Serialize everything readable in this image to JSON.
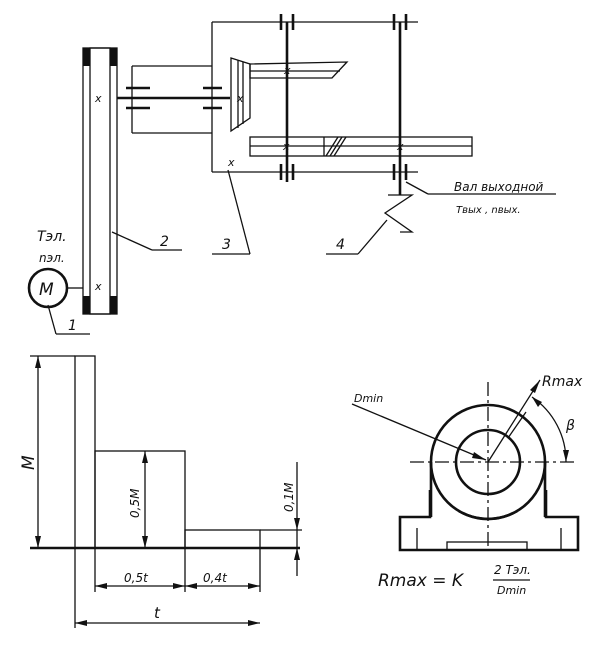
{
  "drive_scheme": {
    "motor_letter": "M",
    "torque_el": "Tэл.",
    "speed_el": "nэл.",
    "callouts": [
      "1",
      "2",
      "3",
      "4"
    ],
    "output_shaft": "Вал выходной",
    "output_params": "Tвых , nвых.",
    "cross_marks": [
      "x",
      "x",
      "x",
      "x",
      "x",
      "x"
    ]
  },
  "load_diagram": {
    "full_height": "M",
    "half_height": "0,5M",
    "tenth_height": "0,1M",
    "half_time": "0,5t",
    "tenth_time": "0,4t",
    "total_time": "t"
  },
  "bearing_diagram": {
    "d_min": "Dmin",
    "r_max": "Rmax",
    "beta": "β",
    "formula_lhs": "Rmax = K",
    "formula_num": "2 Tэл.",
    "formula_den": "Dmin"
  }
}
